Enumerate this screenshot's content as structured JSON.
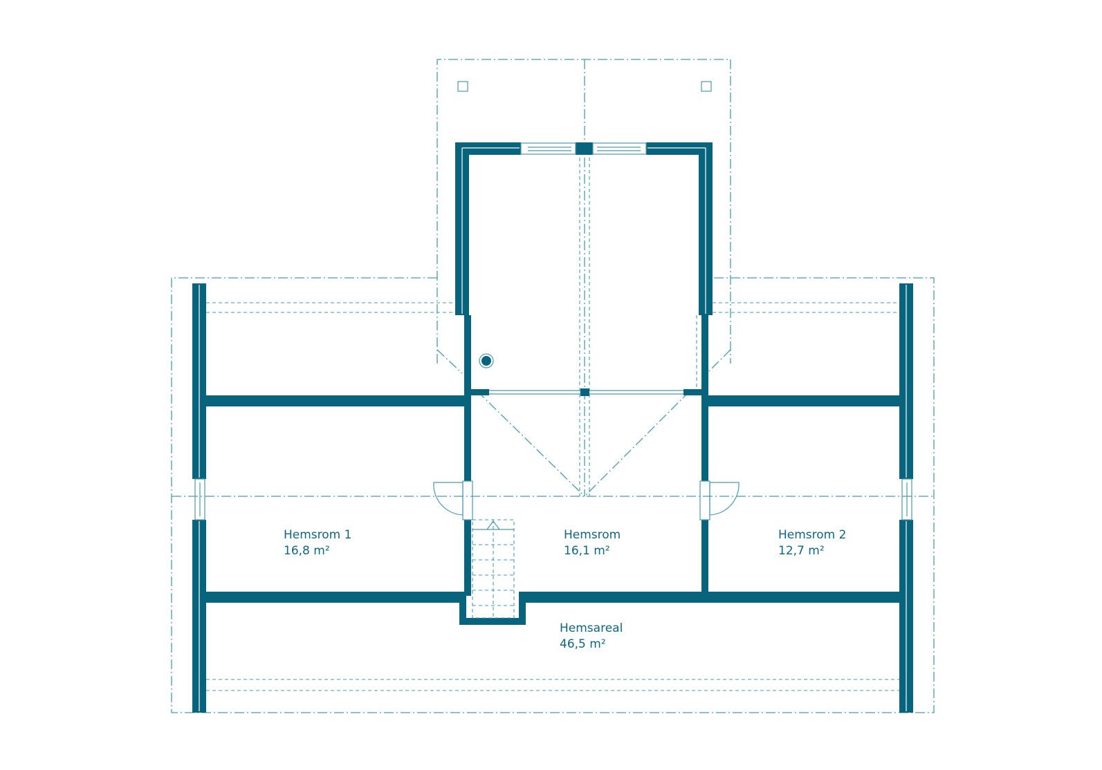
{
  "colors": {
    "wall": "#08637d",
    "line": "#4a9aad",
    "text": "#0e667e",
    "background": "#ffffff"
  },
  "rooms": [
    {
      "id": "hemsrom-1",
      "name": "Hemsrom 1",
      "area": "16,8 m²"
    },
    {
      "id": "hemsrom",
      "name": "Hemsrom",
      "area": "16,1 m²"
    },
    {
      "id": "hemsrom-2",
      "name": "Hemsrom 2",
      "area": "12,7 m²"
    },
    {
      "id": "hemsareal",
      "name": "Hemsareal",
      "area": "46,5 m²"
    }
  ]
}
